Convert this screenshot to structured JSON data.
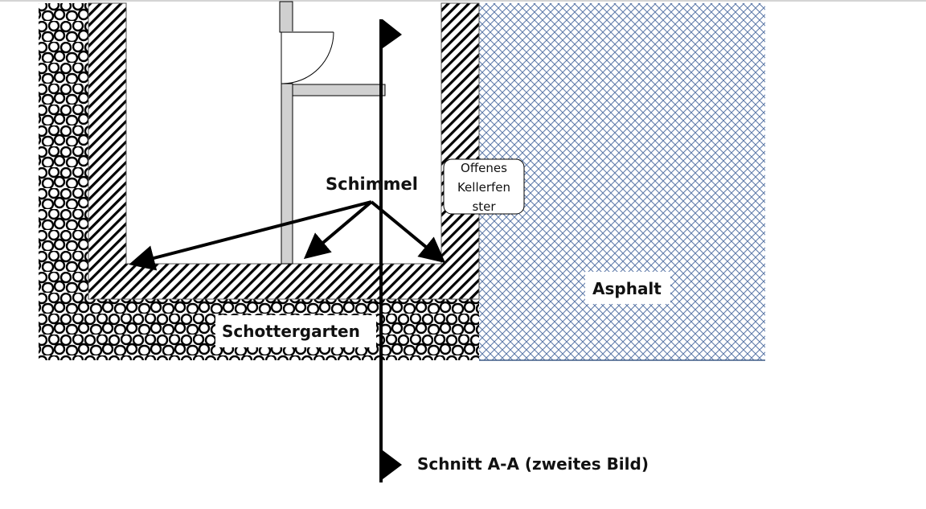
{
  "diagram": {
    "type": "floor-plan-section",
    "labels": {
      "mold": "Schimmel",
      "open_window_lines": [
        "Offenes",
        "Kellerfen",
        "ster"
      ],
      "gravel_garden": "Schottergarten",
      "asphalt": "Asphalt",
      "section_cut": "Schnitt A-A (zweites Bild)"
    },
    "colors": {
      "wall_hatch": "#000000",
      "interior_wall": "#d0d0d0",
      "asphalt_pattern": "#5b78a8",
      "gravel_stroke": "#000000",
      "section_line": "#000000",
      "background": "#ffffff"
    },
    "legend_icons": [
      "hatched-wall",
      "gravel-circles",
      "asphalt-crosshatch",
      "door-swing",
      "section-flag-arrow"
    ]
  }
}
